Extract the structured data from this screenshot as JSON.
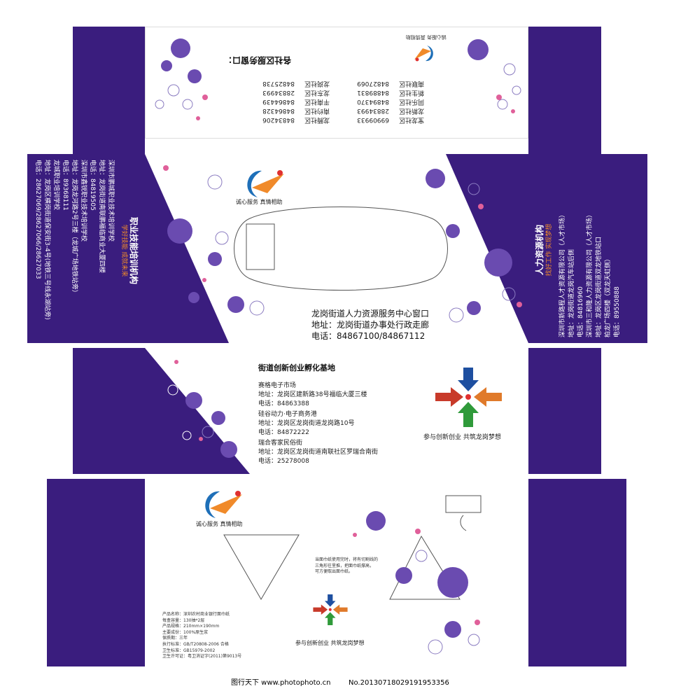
{
  "top_panel": {
    "title": "各社区服务窗口：",
    "logo_slogan": "诚心服务 真情相助",
    "col1": [
      "南联社区",
      "新生社区",
      "同乐社区",
      "龙新社区",
      "宝龙社区"
    ],
    "col2": [
      "84827069",
      "84889831",
      "84894370",
      "28834993",
      "69909933"
    ],
    "col3": [
      "龙岗社区",
      "龙东社区",
      "平南社区",
      "南约社区",
      "龙腾社区"
    ],
    "col4": [
      "84825738",
      "28834993",
      "84864439",
      "84864328",
      "84834206"
    ]
  },
  "left_flap": {
    "title": "职业技能培训机构",
    "subtitle": "学好技能 成就未来",
    "lines": [
      "深圳市鹏城职业技术培训学校",
      "地址：龙岗街道南联鹏福临商业大厦四楼",
      "电话：84819505",
      "深圳市鑫锐职业技术培训学校",
      "地址：龙岗龙河路2号三楼（龙城广场地铁站旁）",
      "电话：89368111",
      "龙城职业培训学校",
      "地址：龙岗区横岗街道保安街3-4号(地铁三号线永湖站旁)",
      "电话：28627069/28627066/28627033"
    ]
  },
  "right_flap": {
    "title": "人力资源机构",
    "subtitle": "找好工作 实现梦想",
    "lines": [
      "深圳市新路程人才资源有限公司（人才市场）",
      "地址：龙岗街道龙岗汽车站后侧",
      "电话：84816960",
      "深圳市三和隆人力资源有限公司（人才市场）",
      "地址：龙岗区龙岗街道双龙地铁站口",
      "柏龙广场四楼（双龙天虹侧）",
      "电话：89550888"
    ]
  },
  "center_panel": {
    "logo_slogan": "诚心服务 真情相助",
    "line1": "龙岗街道人力资源服务中心窗口",
    "line2": "地址：龙岗街道办事处行政走廊",
    "line3": "电话：84867100/84867112"
  },
  "middle_panel": {
    "title": "街道创新创业孵化基地",
    "blocks": [
      {
        "name": "赛格电子市场",
        "addr": "地址：龙岗区建新路38号福临大厦三楼",
        "tel": "电话：84863388"
      },
      {
        "name": "硅谷动力·电子商务港",
        "addr": "地址：龙岗区龙岗街道龙岗路10号",
        "tel": "电话：84872222"
      },
      {
        "name": "瑞合客家民俗街",
        "addr": "地址：龙岗区龙岗街道南联社区罗瑞合南街",
        "tel": "电话：25278008"
      }
    ],
    "arrow_slogan": "参与创新创业 共筑龙岗梦想"
  },
  "bottom_panel": {
    "logo_slogan": "诚心服务 真情相助",
    "instruction": [
      "当面巾纸使用完时，将有切割线的",
      "三角形往里推，把面巾纸撑高，",
      "可方便取出面巾纸。"
    ],
    "arrow_slogan": "参与创新创业 共筑龙岗梦想",
    "spec": [
      "产品名称：深圳农村商业银行面巾纸",
      "每盒容量：130抽*2层",
      "产品规格：210mm×190mm",
      "主要成份：100%原生浆",
      "保质期：三年",
      "执行标准：GB/T20808-2006  合格",
      "卫生标准：GB15979-2002",
      "卫生许可证：粤卫消证字(2011)第9013号"
    ]
  },
  "footer": {
    "left": "图行天下 www.photophoto.cn",
    "right": "No.20130718029191953356"
  },
  "colors": {
    "purple": "#3a1d7e",
    "orange": "#f08a2a",
    "blue": "#1e6fb8"
  }
}
